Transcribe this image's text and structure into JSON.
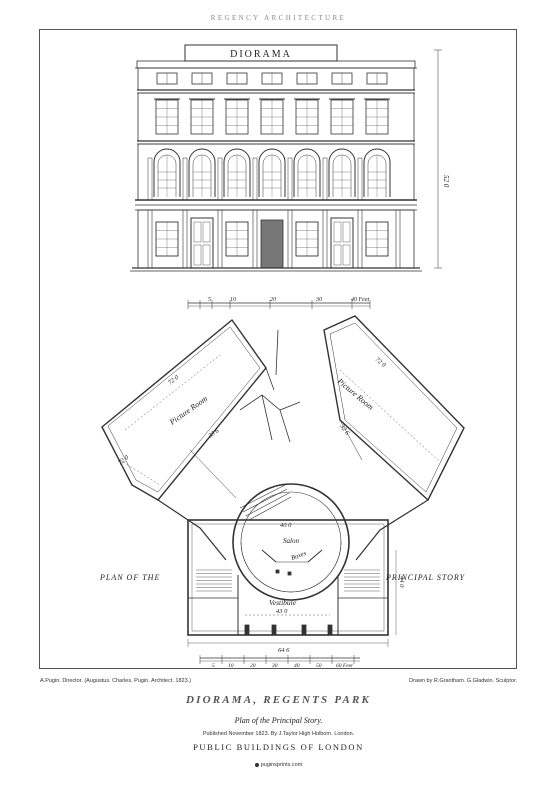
{
  "header": {
    "series_label": "REGENCY ARCHITECTURE"
  },
  "elevation": {
    "sign": "DIORAMA",
    "height_dim": "52 0",
    "scale_marks": [
      "5",
      "10",
      "20",
      "30",
      "40 Feet"
    ]
  },
  "plan": {
    "label_left": "PLAN OF THE",
    "label_right": "PRINCIPAL STORY",
    "room_left": "Picture Room",
    "room_right": "Picture Room",
    "room_left_dim": "33 6",
    "room_right_dim": "32 6",
    "room_left_span": "72 0",
    "room_left_side": "72 0",
    "room_right_span": "72 0",
    "salon": "Salon",
    "salon_dim": "40 0",
    "boxes": "Boxes",
    "vestibule": "Vestibule",
    "vestibule_dim": "43 0",
    "side_dim": "44 0",
    "width_dim": "64 6",
    "scale_marks": [
      "5",
      "10",
      "20",
      "30",
      "40",
      "50",
      "60 Feet"
    ]
  },
  "credits": {
    "left": "A.Pugin. Director. (Augustus. Charles. Pugin. Architect. 1823.)",
    "right": "Drawn by R.Grantham. G.Gladwin. Sculptor."
  },
  "title": "DIORAMA, REGENTS PARK",
  "subtitle": "Plan of the Principal Story.",
  "published": "Published November 1823. By J.Taylor High Holborn. London.",
  "series_title": "PUBLIC BUILDINGS OF LONDON",
  "website": "puginsprints.com"
}
